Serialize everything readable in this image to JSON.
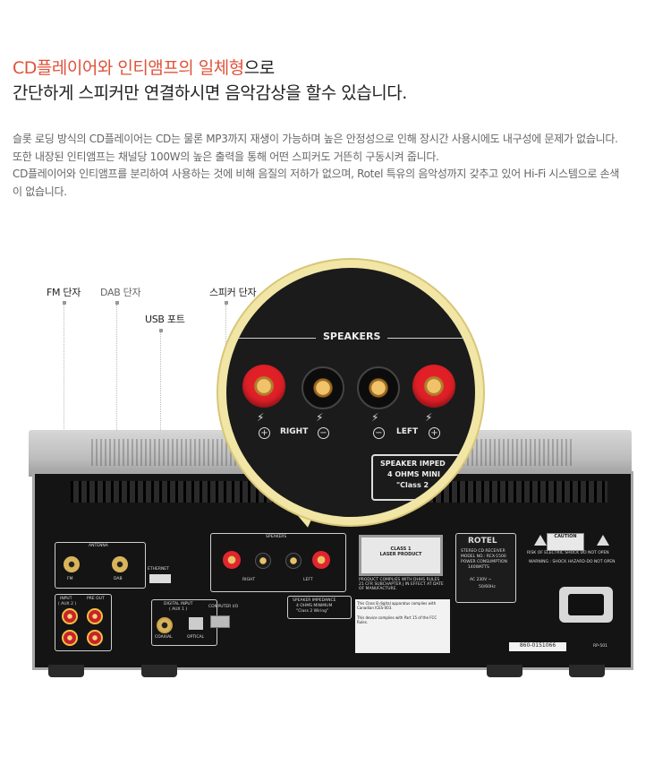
{
  "headline": {
    "line1_accent": "CD플레이어와 인티앰프의 일체형",
    "line1_rest": "으로",
    "line2": "간단하게 스피커만 연결하시면 음악감상을 할수 있습니다."
  },
  "description": {
    "line1": "슬롯 로딩 방식의 CD플레이어는 CD는 물론 MP3까지 재생이 가능하며 높은 안정성으로 인해 장시간 사용시에도 내구성에 문제가 없습니다.",
    "line2": "또한 내장된 인티앰프는 채널당 100W의 높은 출력을 통해 어떤 스피커도 거뜬히 구동시켜 줍니다.",
    "line3": "CD플레이어와 인티앰프를 분리하여 사용하는 것에 비해 음질의 저하가 없으며, Rotel 특유의 음악성까지 갖추고 있어 Hi-Fi 시스템으로 손색",
    "line4": "이 없습니다."
  },
  "callouts": {
    "fm": "FM 단자",
    "dab": "DAB 단자",
    "usb": "USB 포트",
    "speaker": "스피커 단자"
  },
  "zoom": {
    "title": "SPEAKERS",
    "right": "RIGHT",
    "left": "LEFT",
    "impedance_1": "SPEAKER IMPED",
    "impedance_2": "4 OHMS MINI",
    "impedance_3": "\"Class 2"
  },
  "panel": {
    "antenna": "ANTENNA",
    "fm": "FM",
    "dab": "DAB",
    "ethernet": "ETHERNET",
    "input": "INPUT",
    "aux2": "( AUX 2 )",
    "preout": "PRE OUT",
    "digital_input": "DIGITAL INPUT",
    "aux1": "( AUX 1 )",
    "coaxial": "COAXIAL",
    "optical": "OPTICAL",
    "computer": "COMPUTER I/O",
    "speakers": "SPEAKERS",
    "right": "RIGHT",
    "left": "LEFT",
    "impedance": "SPEAKER IMPEDANCE",
    "impedance_2": "4 OHMS MINIMUM",
    "impedance_3": "\"Class 2 Wiring\"",
    "class1_a": "CLASS 1",
    "class1_b": "LASER PRODUCT",
    "dhhs": "PRODUCT COMPLIES WITH DHHS RULES 21 CFR SUBCHAPTER J IN EFFECT AT DATE OF MANUFACTURE.",
    "canada": "This Class B digital apparatus complies with Canadian ICES-003.",
    "fcc": "This device complies with Part 15 of the FCC Rules.",
    "rotel": "ROTEL",
    "model_1": "STEREO CD RECEIVER",
    "model_2": "MODEL NO.: RCX-1500",
    "model_3": "POWER CONSUMPTION",
    "model_4": "140WATTS",
    "voltage": "AC 230V ~",
    "freq": "50/60Hz",
    "caution": "CAUTION",
    "caution_sub": "RISK OF ELECTRIC SHOCK DO NOT OPEN",
    "warning": "WARNING : SHOCK HAZARD-DO NOT OPEN",
    "serial": "860-0151066",
    "rp": "RP-501"
  },
  "colors": {
    "accent": "#e0523a",
    "ring": "#f2e6a6"
  }
}
